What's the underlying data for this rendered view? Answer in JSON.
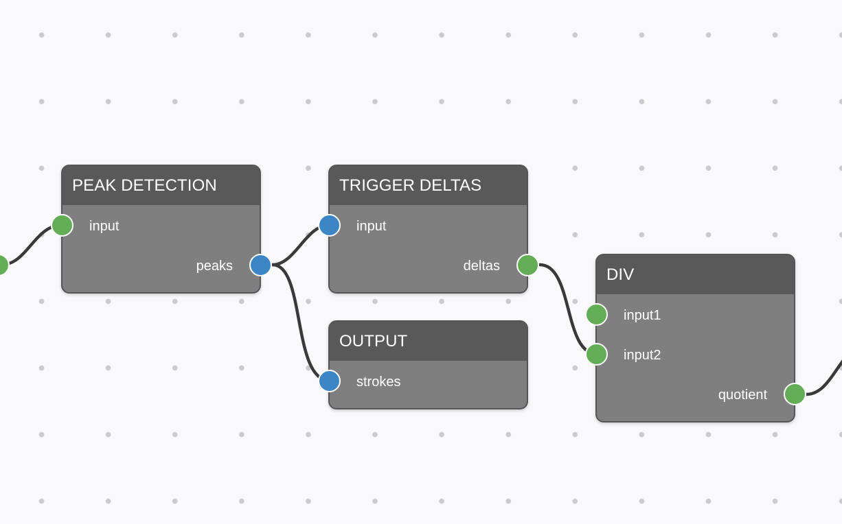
{
  "colors": {
    "canvas_background": "#f9f9fb",
    "grid_dot": "#cbcbce",
    "node_body": "#7f7f7f",
    "node_header": "#595959",
    "edge": "#3a3a3a",
    "port_green": "#62ad55",
    "port_blue": "#3c86c6"
  },
  "nodes": {
    "peak_detection": {
      "title": "PEAK DETECTION",
      "input_label": "input",
      "output_label": "peaks"
    },
    "trigger_deltas": {
      "title": "TRIGGER DELTAS",
      "input_label": "input",
      "output_label": "deltas"
    },
    "output": {
      "title": "OUTPUT",
      "input_label": "strokes"
    },
    "div": {
      "title": "DIV",
      "input1_label": "input1",
      "input2_label": "input2",
      "output_label": "quotient"
    }
  },
  "connections": [
    {
      "from": "offscreen-left",
      "to": "PEAK DETECTION.input"
    },
    {
      "from": "PEAK DETECTION.peaks",
      "to": "TRIGGER DELTAS.input"
    },
    {
      "from": "PEAK DETECTION.peaks",
      "to": "OUTPUT.strokes"
    },
    {
      "from": "TRIGGER DELTAS.deltas",
      "to": "DIV.input2"
    },
    {
      "from": "DIV.quotient",
      "to": "offscreen-right"
    }
  ]
}
